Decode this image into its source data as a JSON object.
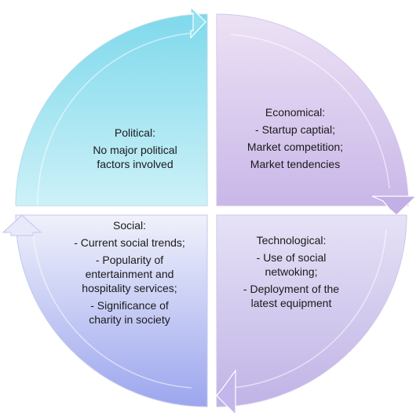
{
  "diagram": {
    "quadrants": [
      {
        "id": "political",
        "title": "Political:",
        "lines": [
          "No major political",
          "factors involved"
        ]
      },
      {
        "id": "economical",
        "title": "Economical:",
        "lines": [
          "- Startup captial;",
          "Market competition;",
          "Market tendencies"
        ]
      },
      {
        "id": "technological",
        "title": "Technological:",
        "lines": [
          "- Use of social",
          "netwoking;",
          "- Deployment of the",
          "latest equipment"
        ]
      },
      {
        "id": "social",
        "title": "Social:",
        "lines": [
          "- Current social trends;",
          "- Popularity of",
          "entertainment  and",
          "hospitality services;",
          "- Significance of",
          "charity  in society"
        ]
      }
    ],
    "colors": {
      "political_top": "#7fd9ec",
      "political_bottom": "#cdf1f8",
      "economical_top": "#ece2f5",
      "economical_bottom": "#c9b7e8",
      "technological_top": "#e6e2f6",
      "technological_bottom": "#c0b3e6",
      "social_top": "#f0f1fb",
      "social_bottom": "#9ca6ee"
    }
  }
}
